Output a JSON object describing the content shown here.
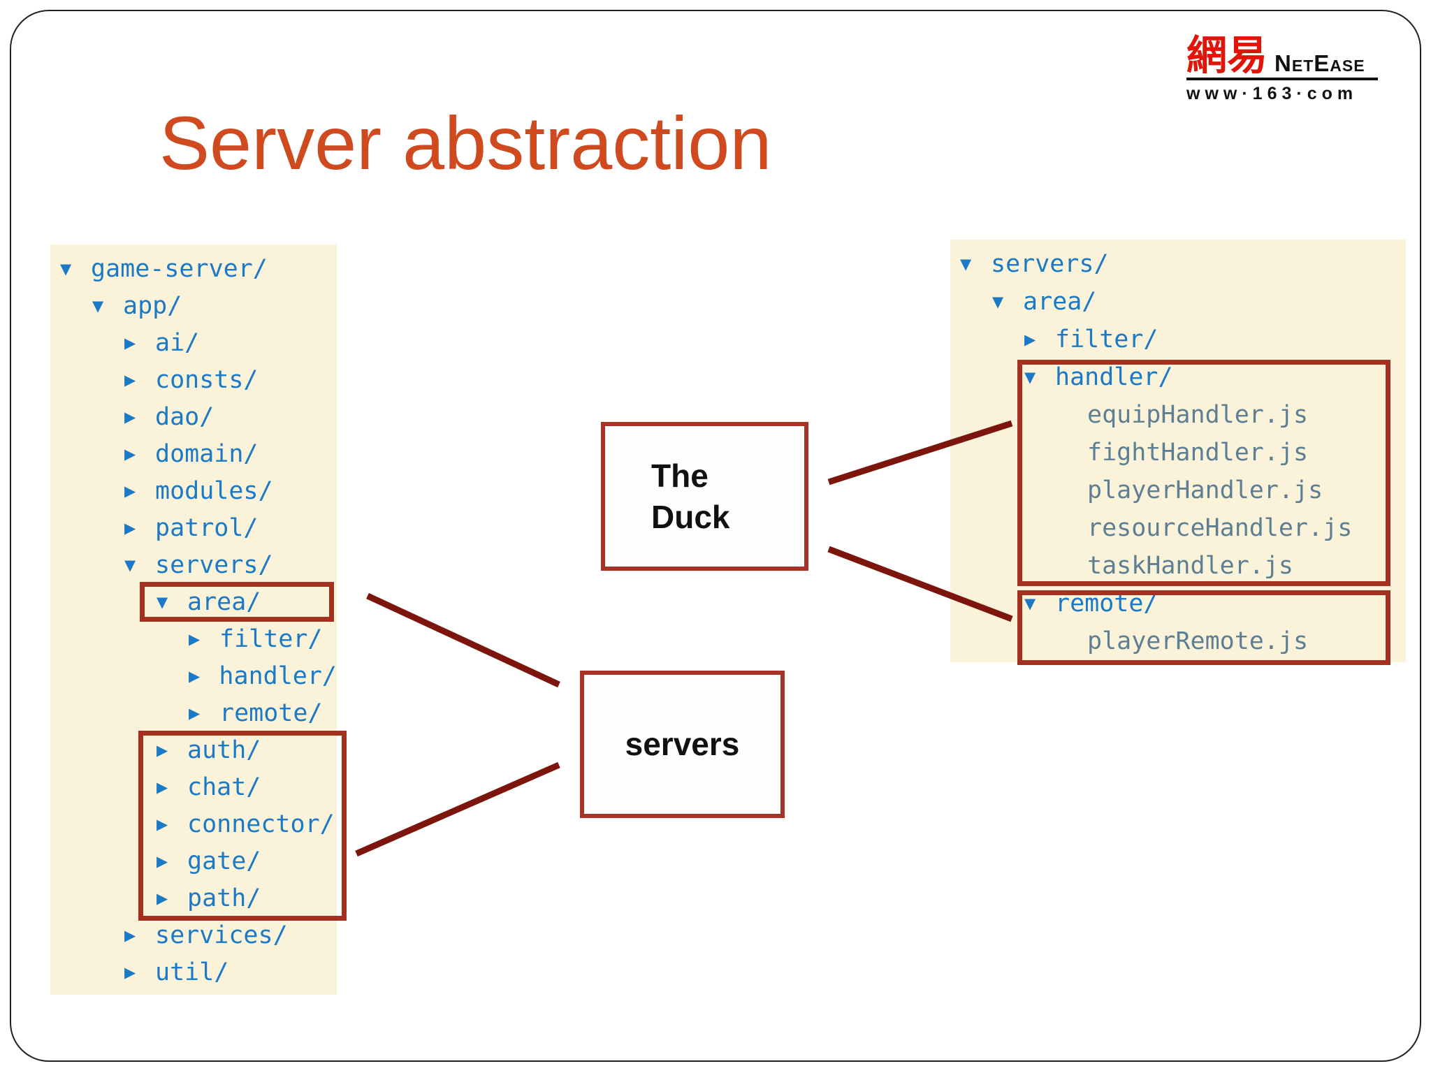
{
  "title": "Server abstraction",
  "logo": {
    "chinese": "網易",
    "brand": "NetEase",
    "url": "www·163·com"
  },
  "labels": {
    "duck_line1": "The",
    "duck_line2": "Duck",
    "servers": "servers"
  },
  "icons": {
    "expanded": "▼",
    "collapsed": "▶"
  },
  "colors": {
    "title": "#cf4a1e",
    "tree_bg": "#faf3da",
    "dir_text": "#1b79c5",
    "file_text": "#5e7f93",
    "highlight_border": "#a5301f",
    "label_border": "#a93226",
    "connector": "#7c150c",
    "logo_red": "#e01409"
  },
  "trees": {
    "left": {
      "rows": [
        {
          "label": "game-server/",
          "level": 0,
          "state": "expanded"
        },
        {
          "label": "app/",
          "level": 1,
          "state": "expanded"
        },
        {
          "label": "ai/",
          "level": 2,
          "state": "collapsed"
        },
        {
          "label": "consts/",
          "level": 2,
          "state": "collapsed"
        },
        {
          "label": "dao/",
          "level": 2,
          "state": "collapsed"
        },
        {
          "label": "domain/",
          "level": 2,
          "state": "collapsed"
        },
        {
          "label": "modules/",
          "level": 2,
          "state": "collapsed"
        },
        {
          "label": "patrol/",
          "level": 2,
          "state": "collapsed"
        },
        {
          "label": "servers/",
          "level": 2,
          "state": "expanded"
        },
        {
          "label": "area/",
          "level": 3,
          "state": "expanded"
        },
        {
          "label": "filter/",
          "level": 4,
          "state": "collapsed"
        },
        {
          "label": "handler/",
          "level": 4,
          "state": "collapsed"
        },
        {
          "label": "remote/",
          "level": 4,
          "state": "collapsed"
        },
        {
          "label": "auth/",
          "level": 3,
          "state": "collapsed"
        },
        {
          "label": "chat/",
          "level": 3,
          "state": "collapsed"
        },
        {
          "label": "connector/",
          "level": 3,
          "state": "collapsed"
        },
        {
          "label": "gate/",
          "level": 3,
          "state": "collapsed"
        },
        {
          "label": "path/",
          "level": 3,
          "state": "collapsed"
        },
        {
          "label": "services/",
          "level": 2,
          "state": "collapsed"
        },
        {
          "label": "util/",
          "level": 2,
          "state": "collapsed"
        }
      ]
    },
    "right": {
      "rows": [
        {
          "label": "servers/",
          "level": 0,
          "state": "expanded"
        },
        {
          "label": "area/",
          "level": 1,
          "state": "expanded"
        },
        {
          "label": "filter/",
          "level": 2,
          "state": "collapsed"
        },
        {
          "label": "handler/",
          "level": 2,
          "state": "expanded"
        },
        {
          "label": "equipHandler.js",
          "level": 3,
          "state": "file"
        },
        {
          "label": "fightHandler.js",
          "level": 3,
          "state": "file"
        },
        {
          "label": "playerHandler.js",
          "level": 3,
          "state": "file"
        },
        {
          "label": "resourceHandler.js",
          "level": 3,
          "state": "file"
        },
        {
          "label": "taskHandler.js",
          "level": 3,
          "state": "file"
        },
        {
          "label": "remote/",
          "level": 2,
          "state": "expanded"
        },
        {
          "label": "playerRemote.js",
          "level": 3,
          "state": "file"
        }
      ]
    }
  }
}
